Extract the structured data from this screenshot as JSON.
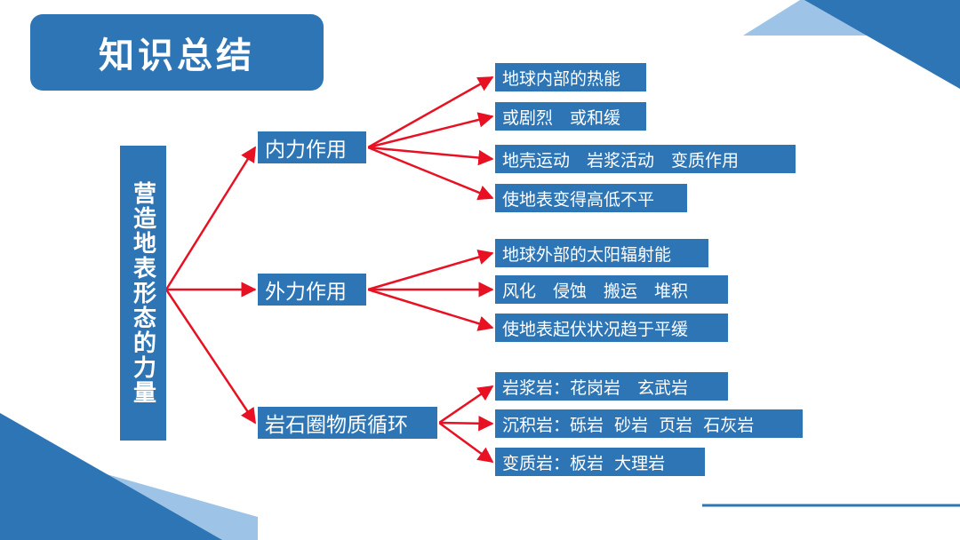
{
  "title": "知识总结",
  "root": "营造地表形态的力量",
  "branches": [
    {
      "label": "内力作用",
      "items": [
        "地球内部的热能",
        "或剧烈　或和缓",
        "地壳运动　岩浆活动　变质作用",
        "使地表变得高低不平"
      ]
    },
    {
      "label": "外力作用",
      "items": [
        "地球外部的太阳辐射能",
        "风化　侵蚀　搬运　堆积",
        "使地表起伏状况趋于平缓"
      ]
    },
    {
      "label": "岩石圈物质循环",
      "items": [
        "岩浆岩：花岗岩　玄武岩",
        "沉积岩：砾岩  砂岩  页岩  石灰岩",
        "变质岩：板岩  大理岩"
      ]
    }
  ],
  "colors": {
    "box": "#2e75b6",
    "arrow": "#e81123",
    "deco_dark": "#2e75b6",
    "deco_light": "#9dc3e6"
  }
}
